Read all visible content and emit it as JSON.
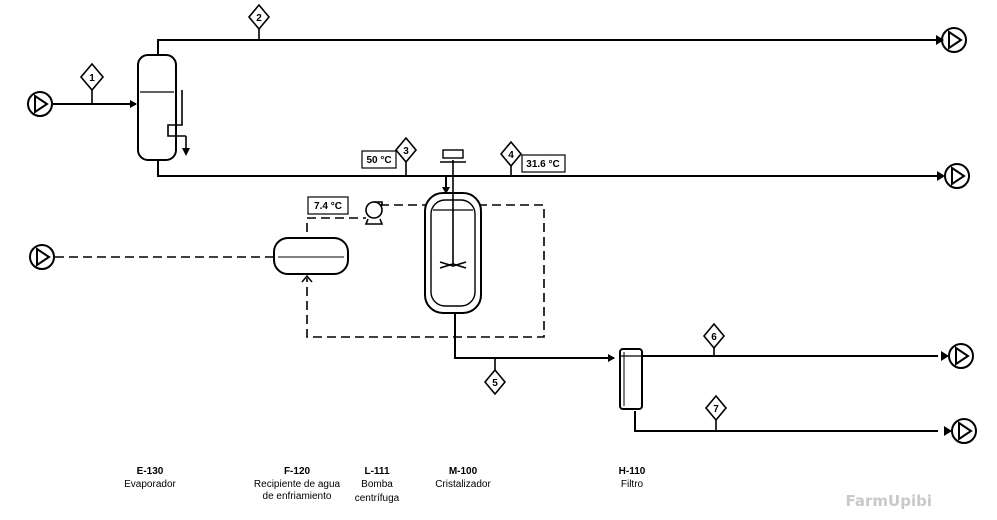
{
  "equipment": [
    {
      "tag": "E-130",
      "name_lines": [
        "Evaporador"
      ]
    },
    {
      "tag": "F-120",
      "name_lines": [
        "Recipiente de agua",
        "de enfriamiento"
      ]
    },
    {
      "tag": "L-111",
      "name_lines": [
        "Bomba",
        "centrífuga"
      ]
    },
    {
      "tag": "M-100",
      "name_lines": [
        "Cristalizador"
      ]
    },
    {
      "tag": "H-110",
      "name_lines": [
        "Filtro"
      ]
    }
  ],
  "streams": [
    "1",
    "2",
    "3",
    "4",
    "5",
    "6",
    "7"
  ],
  "temperatures": {
    "t3": "50 °C",
    "t4": "31.6 °C",
    "t_cooling": "7.4 °C"
  },
  "watermark": "FarmUpibi"
}
